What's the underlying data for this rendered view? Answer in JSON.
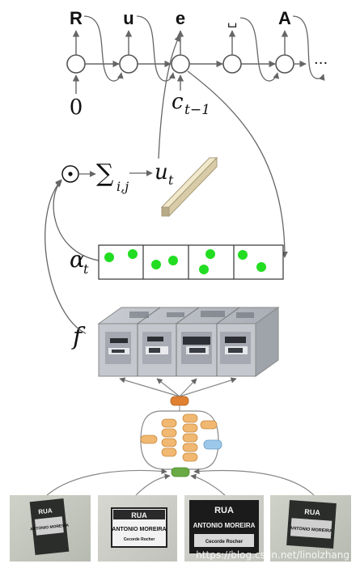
{
  "decoder": {
    "outputs": [
      "R",
      "u",
      "e",
      "␣",
      "A"
    ],
    "ellipsis": "···",
    "initial_input": "0",
    "context_label": "c",
    "context_sub": "t−1"
  },
  "attention": {
    "odot": "⊙",
    "sum_symbol": "∑",
    "sum_sub": "i,j",
    "u_label": "u",
    "u_sub": "t",
    "alpha_label": "α",
    "alpha_sub": "t"
  },
  "features": {
    "f_label": "f"
  },
  "images": {
    "sign_line1": "RUA",
    "sign_line2": "ANTONIO MOREIRA",
    "sign_line3": "Cecorde Rocher"
  },
  "watermark": "https://blog.csdn.net/linolzhang",
  "colors": {
    "node_stroke": "#555555",
    "arrow": "#666666",
    "attention_dot": "#22dd22",
    "vector_fill": "#e8dcb8",
    "cnn_orange": "#f0b870",
    "cnn_top": "#e08030",
    "cnn_blue": "#9cc8ea",
    "cnn_green": "#6aaa44"
  }
}
